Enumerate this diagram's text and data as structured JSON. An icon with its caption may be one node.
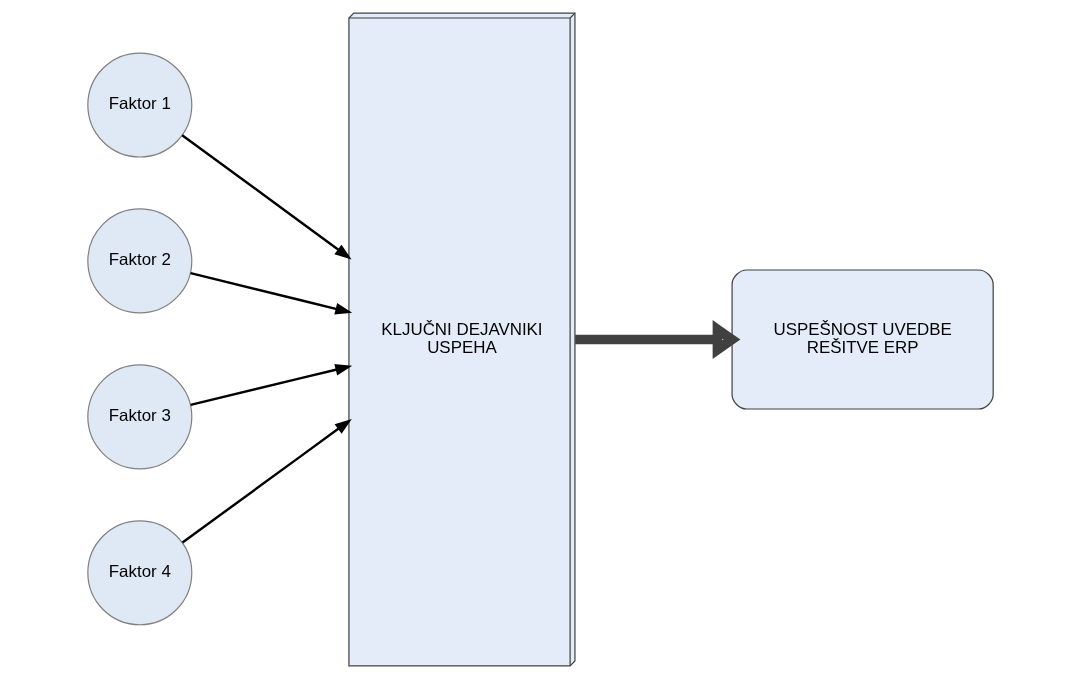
{
  "diagram": {
    "nodes": [
      {
        "text": [
          "Faktor 1"
        ]
      },
      {
        "text": [
          "Faktor 2"
        ]
      },
      {
        "text": [
          "Faktor 3"
        ]
      },
      {
        "text": [
          "Faktor 4"
        ]
      },
      {
        "text": [
          "KLJUČNI DEJAVNIKI USPEHA"
        ]
      },
      {
        "text": [
          "USPEŠNOST UVEDBE REŠITVE ERP"
        ]
      }
    ],
    "edges": [
      {
        "from": 0,
        "to": 4,
        "arrow": "to"
      },
      {
        "from": 1,
        "to": 4,
        "arrow": "to"
      },
      {
        "from": 2,
        "to": 4,
        "arrow": "to"
      },
      {
        "from": 3,
        "to": 4,
        "arrow": "to"
      },
      {
        "from": 4,
        "to": 5,
        "arrow": "to",
        "style": "thick"
      }
    ]
  }
}
